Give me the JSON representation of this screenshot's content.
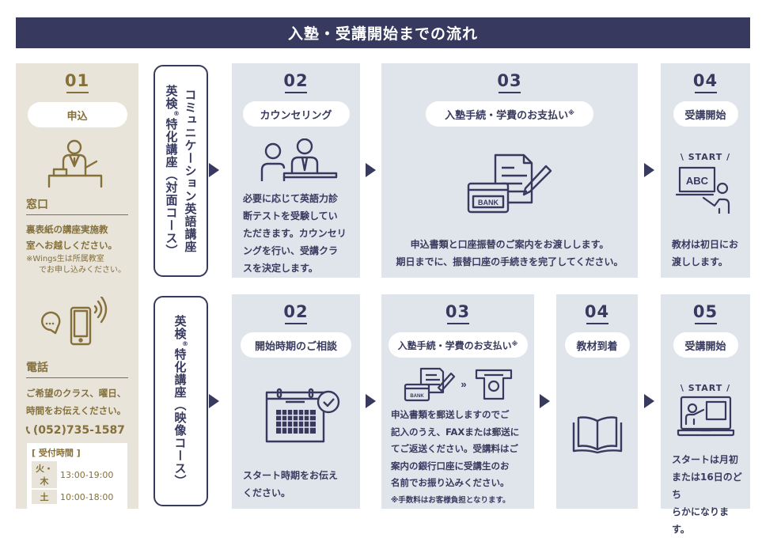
{
  "header": {
    "title": "入塾・受講開始までの流れ"
  },
  "colors": {
    "navy": "#373A5E",
    "gold": "#85703A",
    "beige": "#E8E4DA",
    "card_bg": "#E0E5EC"
  },
  "step1": {
    "number": "01",
    "label": "申込",
    "window": {
      "icon": "receptionist-icon",
      "title": "窓口",
      "text_lines": [
        "裏表紙の講座実施教",
        "室へお越しください。"
      ],
      "note_lines": [
        "※Wings生は所属教室",
        "でお申し込みください。"
      ]
    },
    "phone": {
      "icon": "smartphone-chat-icon",
      "title": "電話",
      "text_lines": [
        "ご希望のクラス、曜日、",
        "時間をお伝えください。"
      ],
      "number": "(052)735-1587",
      "hours_title": "[ 受付時間 ]",
      "hours": [
        {
          "day": "火・木",
          "time": "13:00-19:00"
        },
        {
          "day": "土",
          "time": "10:00-18:00"
        }
      ]
    }
  },
  "course_a": {
    "label_col1": "コミュニケーション英語講座",
    "label_col2_pre": "英検",
    "label_col2_reg": "®",
    "label_col2_post": "特化講座（対面コース）",
    "steps": [
      {
        "number": "02",
        "label": "カウンセリング",
        "icon": "counseling-icon",
        "text_lines": [
          "必要に応じて英語力診",
          "断テストを受験してい",
          "ただきます。カウンセリ",
          "ングを行い、受講クラ",
          "スを決定します。"
        ]
      },
      {
        "number": "03",
        "label": "入塾手続・学費のお支払い",
        "label_mark": "※",
        "icon": "bank-document-icon",
        "text_lines": [
          "申込書類と口座振替のご案内をお渡しします。",
          "期日までに、振替口座の手続きを完了してください。"
        ]
      },
      {
        "number": "04",
        "label": "受講開始",
        "start_label": "\\ START /",
        "board_text": "ABC",
        "icon": "teacher-board-icon",
        "text_lines": [
          "教材は初日にお",
          "渡しします。"
        ]
      }
    ]
  },
  "course_b": {
    "label_pre": "英検",
    "label_reg": "®",
    "label_post": "特化講座（映像コース）",
    "steps": [
      {
        "number": "02",
        "label": "開始時期のご相談",
        "icon": "calendar-check-icon",
        "text_lines": [
          "スタート時期をお伝え",
          "ください。"
        ]
      },
      {
        "number": "03",
        "label": "入塾手続・学費のお支払い",
        "label_mark": "※",
        "icon": "bank-to-atm-icon",
        "bank_text": "BANK",
        "text_lines": [
          "申込書類を郵送しますのでご",
          "記入のうえ、FAXまたは郵送に",
          "てご返送ください。受講料はご",
          "案内の銀行口座に受講生のお",
          "名前でお振り込みください。"
        ],
        "note": "※手数料はお客様負担となります。"
      },
      {
        "number": "04",
        "label": "教材到着",
        "icon": "open-book-icon",
        "text_lines": []
      },
      {
        "number": "05",
        "label": "受講開始",
        "start_label": "\\ START /",
        "icon": "online-lesson-icon",
        "text_lines": [
          "スタートは月初",
          "または16日のどち",
          "らかになります。"
        ]
      }
    ]
  },
  "bank_text": "BANK"
}
